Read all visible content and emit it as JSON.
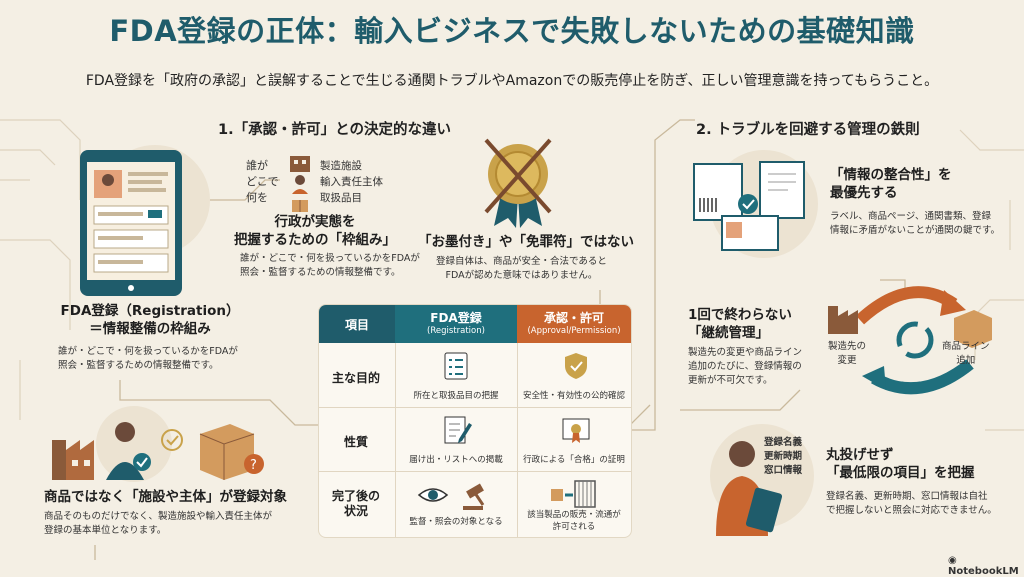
{
  "title": "FDA登録の正体：輸入ビジネスで失敗しないための基礎知識",
  "subtitle": "FDA登録を「政府の承認」と誤解することで生じる通関トラブルやAmazonでの販売停止を防ぎ、正しい管理意識を持ってもらうこと。",
  "section1": {
    "heading": "1.「承認・許可」との決定的な違い",
    "who_labels": [
      "誰が",
      "どこで",
      "何を"
    ],
    "who_items": [
      "製造施設",
      "輸入責任主体",
      "取扱品目"
    ],
    "framework_title": [
      "行政が実態を",
      "把握するための「枠組み」"
    ],
    "framework_desc": [
      "誰が・どこで・何を扱っているかをFDAが",
      "照会・監督するための情報整備です。"
    ],
    "registration_title": [
      "FDA登録（Registration）",
      "＝情報整備の枠組み"
    ],
    "registration_desc": [
      "誰が・どこで・何を扱っているかをFDAが",
      "照会・監督するための情報整備です。"
    ],
    "seal_title": "「お墨付き」や「免罪符」ではない",
    "seal_desc": [
      "登録自体は、商品が安全・合法であると",
      "FDAが認めた意味ではありません。"
    ],
    "target_title": "商品ではなく「施設や主体」が登録対象",
    "target_desc": [
      "商品そのものだけでなく、製造施設や輸入責任主体が",
      "登録の基本単位となります。"
    ]
  },
  "table": {
    "headers": [
      {
        "label": "項目",
        "sub": ""
      },
      {
        "label": "FDA登録",
        "sub": "(Registration)"
      },
      {
        "label": "承認・許可",
        "sub": "(Approval/Permission)"
      }
    ],
    "rows": [
      {
        "label": "主な目的",
        "fda": "所在と取扱品目の把握",
        "approval": "安全性・有効性の公的確認"
      },
      {
        "label": "性質",
        "fda": "届け出・リストへの掲載",
        "approval": "行政による「合格」の証明"
      },
      {
        "label": "完了後の\n状況",
        "fda": "監督・照会の対象となる",
        "approval": "該当製品の販売・流通が\n許可される"
      }
    ],
    "colors": {
      "item": "#1f5c6b",
      "fda": "#1f6f7d",
      "approval": "#c8642e"
    }
  },
  "section2": {
    "heading": "2. トラブルを回避する管理の鉄則",
    "rule1_title": [
      "「情報の整合性」を",
      "最優先する"
    ],
    "rule1_desc": [
      "ラベル、商品ページ、通関書類、登録",
      "情報に矛盾がないことが通関の鍵です。"
    ],
    "rule2_title": [
      "1回で終わらない",
      "「継続管理」"
    ],
    "rule2_desc": [
      "製造先の変更や商品ライン",
      "追加のたびに、登録情報の",
      "更新が不可欠です。"
    ],
    "cycle_left": [
      "製造先の",
      "変更"
    ],
    "cycle_right": [
      "商品ライン",
      "追加"
    ],
    "rule3_items": [
      "登録名義",
      "更新時期",
      "窓口情報"
    ],
    "rule3_title": [
      "丸投げせず",
      "「最低限の項目」を把握"
    ],
    "rule3_desc": [
      "登録名義、更新時期、窓口情報は自社",
      "で把握しないと照会に対応できません。"
    ]
  },
  "footer": "NotebookLM"
}
